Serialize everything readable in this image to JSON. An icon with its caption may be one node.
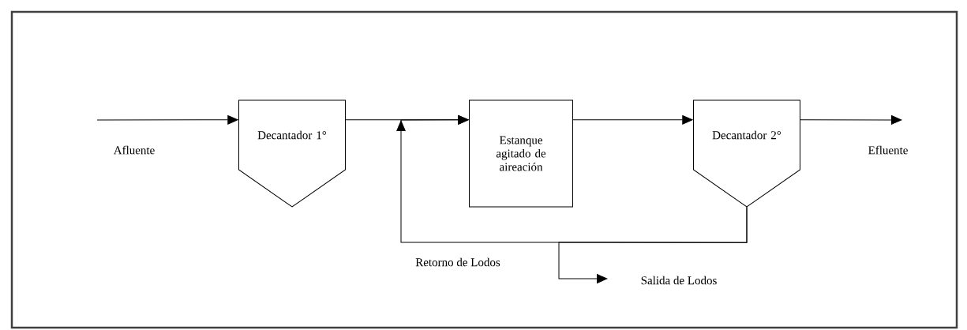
{
  "diagram": {
    "nodes": [
      {
        "text": [
          "Decantador 1°"
        ]
      },
      {
        "text": [
          "Estanque agitado de aireación"
        ]
      },
      {
        "text": [
          "Decantador 2°"
        ]
      }
    ],
    "edges": [
      {
        "from": null,
        "to": 0,
        "arrow": "to",
        "label": "Afluente"
      },
      {
        "from": 0,
        "to": 1,
        "arrow": "to"
      },
      {
        "from": 1,
        "to": 2,
        "arrow": "to"
      },
      {
        "from": 2,
        "to": null,
        "arrow": "to",
        "label": "Efluente"
      },
      {
        "from": 2,
        "to": 1,
        "arrow": "to",
        "label": "Retorno de Lodos"
      },
      {
        "from": 2,
        "to": null,
        "arrow": "to",
        "label": "Salida de Lodos"
      }
    ]
  }
}
